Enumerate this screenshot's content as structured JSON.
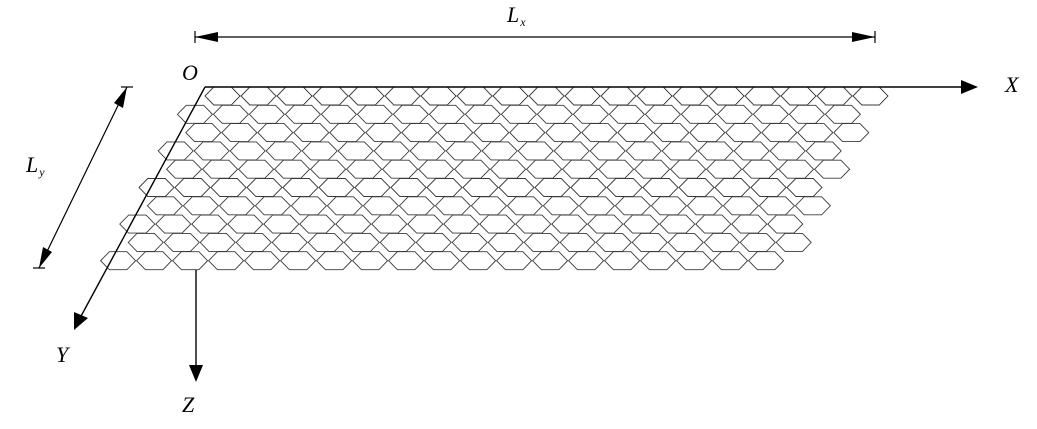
{
  "labels": {
    "origin": "O",
    "x_axis": "X",
    "y_axis": "Y",
    "z_axis": "Z",
    "length_x_main": "L",
    "length_x_sub": "x",
    "length_y_main": "L",
    "length_y_sub": "y"
  },
  "honeycomb": {
    "columns": 19,
    "rows": 10
  },
  "colors": {
    "lines": "#000000",
    "cells": "#3a3a3a",
    "background": "#ffffff"
  }
}
